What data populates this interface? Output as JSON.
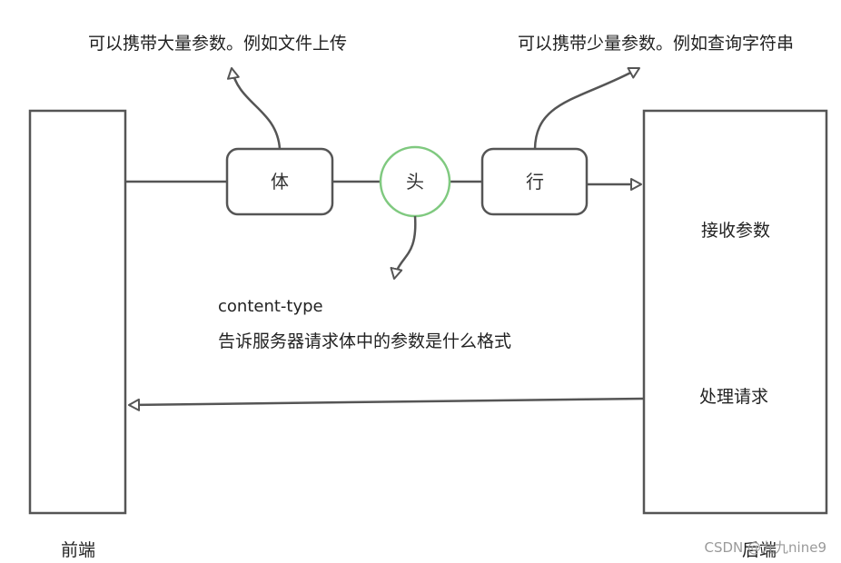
{
  "frontend": {
    "label": "前端"
  },
  "backend": {
    "label": "后端",
    "receive_label": "接收参数",
    "process_label": "处理请求"
  },
  "request_parts": {
    "body": "体",
    "header": "头",
    "line": "行"
  },
  "annotations": {
    "body_note": "可以携带大量参数。例如文件上传",
    "line_note": "可以携带少量参数。例如查询字符串",
    "header_title": "content-type",
    "header_note": "告诉服务器请求体中的参数是什么格式"
  },
  "watermark": "CSDN @九九nine9",
  "colors": {
    "stroke": "#555555",
    "header_circle": "#7fc97f"
  }
}
